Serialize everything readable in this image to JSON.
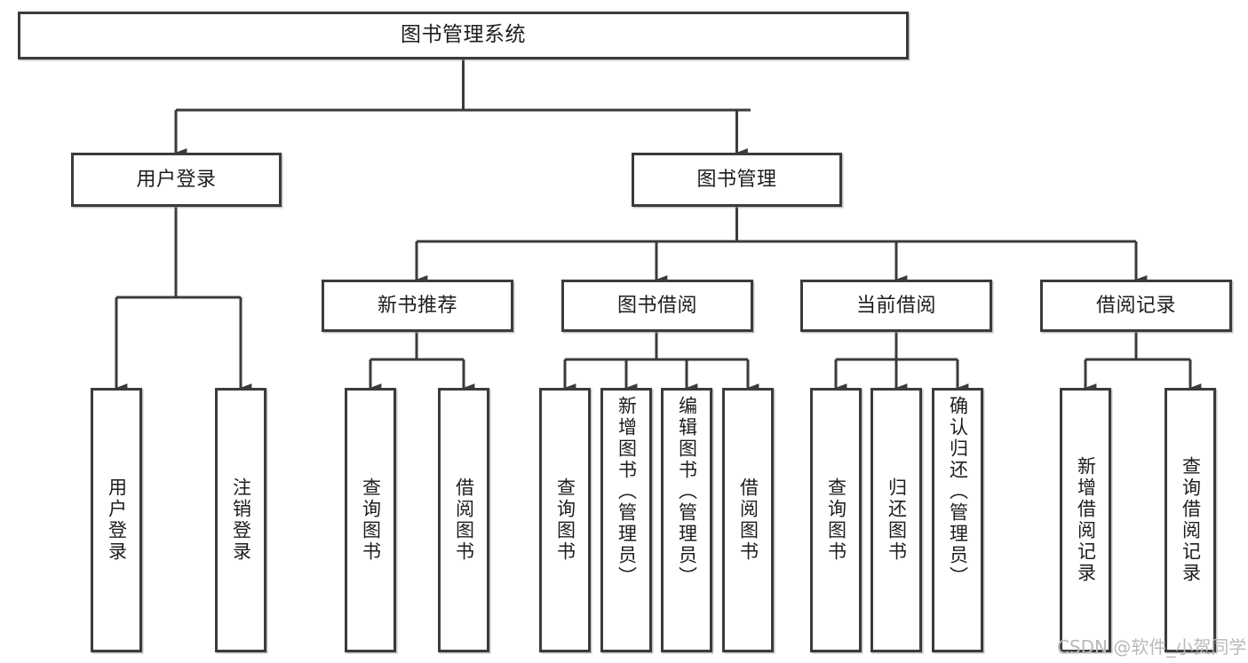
{
  "diagram": {
    "title": "图书管理系统",
    "type": "tree-hierarchy-diagram",
    "colors": {
      "box_border": "#3b3b3b",
      "box_fill": "#ffffff",
      "connector": "#3b3b3b",
      "text": "#1d1d1d",
      "watermark": "#b9b9b9",
      "background": "#ffffff"
    },
    "root": {
      "id": "root",
      "label": "图书管理系统"
    },
    "level2": [
      {
        "id": "user-login",
        "label": "用户登录"
      },
      {
        "id": "book-manage",
        "label": "图书管理"
      }
    ],
    "level3": [
      {
        "id": "new-book-recommend",
        "label": "新书推荐"
      },
      {
        "id": "book-borrow",
        "label": "图书借阅"
      },
      {
        "id": "current-borrow",
        "label": "当前借阅"
      },
      {
        "id": "borrow-record",
        "label": "借阅记录"
      }
    ],
    "leaves": {
      "user_login": [
        {
          "id": "leaf-user-login",
          "label": "用户登录"
        },
        {
          "id": "leaf-logout-login",
          "label": "注销登录"
        }
      ],
      "new_book_recommend": [
        {
          "id": "leaf-query-book-1",
          "label": "查询图书"
        },
        {
          "id": "leaf-borrow-book-1",
          "label": "借阅图书"
        }
      ],
      "book_borrow": [
        {
          "id": "leaf-query-book-2",
          "label": "查询图书"
        },
        {
          "id": "leaf-add-book",
          "label": "新增图书（管理员）"
        },
        {
          "id": "leaf-edit-book",
          "label": "编辑图书（管理员）"
        },
        {
          "id": "leaf-borrow-book-2",
          "label": "借阅图书"
        }
      ],
      "current_borrow": [
        {
          "id": "leaf-query-book-3",
          "label": "查询图书"
        },
        {
          "id": "leaf-return-book",
          "label": "归还图书"
        },
        {
          "id": "leaf-confirm-return",
          "label": "确认归还（管理员）"
        }
      ],
      "borrow_record": [
        {
          "id": "leaf-add-record",
          "label": "新增借阅记录"
        },
        {
          "id": "leaf-query-record",
          "label": "查询借阅记录"
        }
      ]
    }
  },
  "watermark": {
    "text": "CSDN @软件_小贺同学"
  }
}
